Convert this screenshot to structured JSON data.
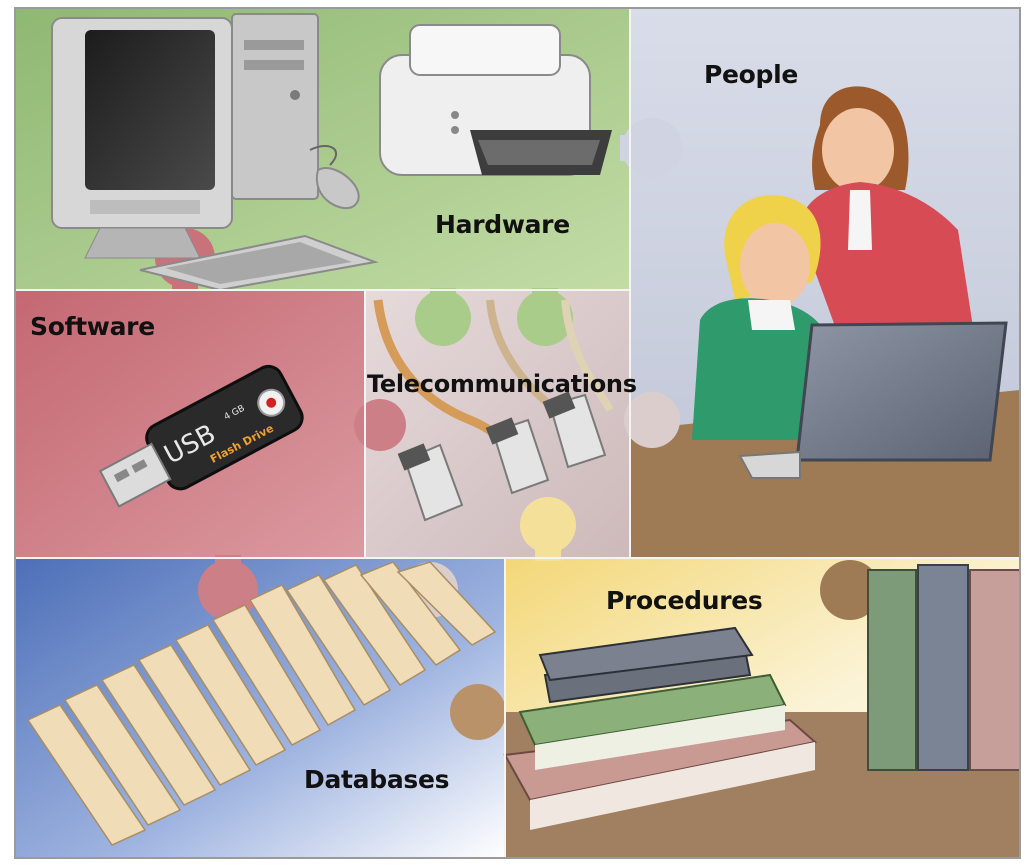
{
  "labels": {
    "hardware": "Hardware",
    "people": "People",
    "software": "Software",
    "telecommunications": "Telecommunications",
    "procedures": "Procedures",
    "databases": "Databases"
  },
  "usb_drive": {
    "brand": "USB",
    "capacity": "4 GB",
    "caption": "Flash Drive"
  },
  "colors": {
    "hardware_panel": "#a9cc8b",
    "people_panel": "#c9cfe0",
    "software_panel": "#c9727a",
    "telecom_panel": "#dccdcd",
    "people_desk": "#9e7a55",
    "procedures_panel": "#f6e7a8",
    "procedures_desk": "#a08060",
    "databases_panel": "#6f8fcf"
  }
}
